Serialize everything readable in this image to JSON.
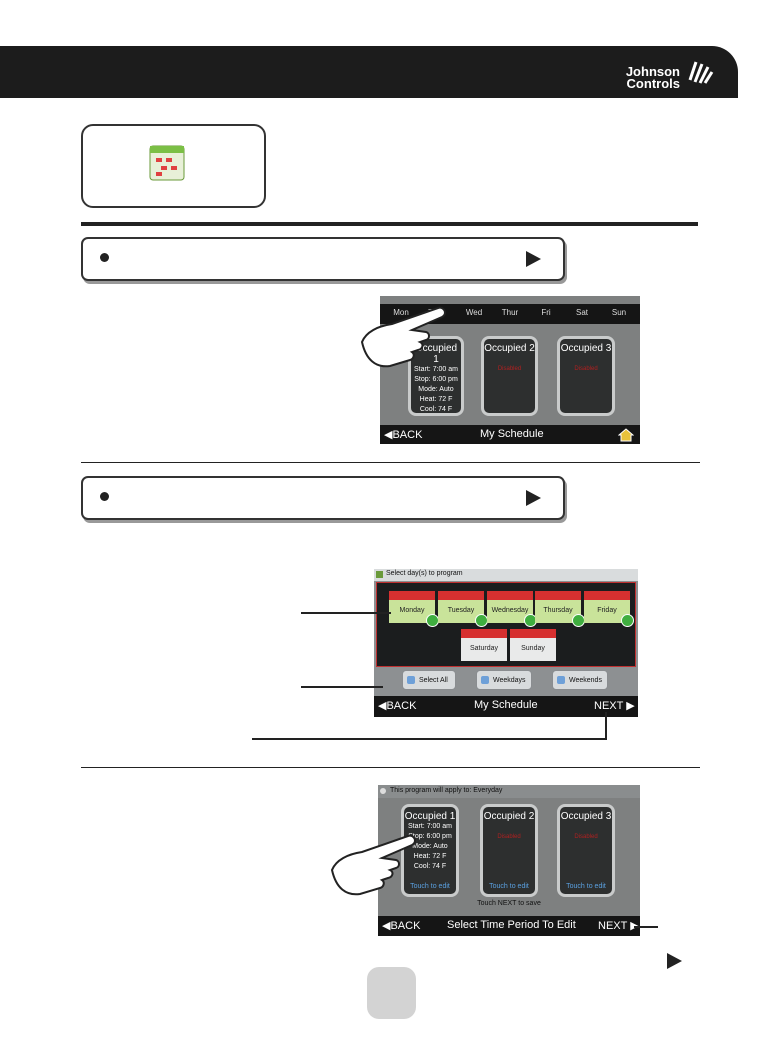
{
  "header": {
    "logo_line1": "Johnson",
    "logo_line2": "Controls",
    "bg": "#1c1c1c"
  },
  "screen1": {
    "days": [
      "Mon",
      "Tues",
      "Wed",
      "Thur",
      "Fri",
      "Sat",
      "Sun"
    ],
    "cards": [
      {
        "title": "Occupied 1",
        "lines": [
          "Start: 7:00 am",
          "Stop: 6:00 pm",
          "Mode: Auto",
          "Heat: 72 F",
          "Cool: 74 F"
        ]
      },
      {
        "title": "Occupied 2",
        "disabled": "Disabled"
      },
      {
        "title": "Occupied 3",
        "disabled": "Disabled"
      }
    ],
    "back": "◀BACK",
    "title": "My Schedule"
  },
  "screen2": {
    "header": "Select day(s) to program",
    "days_row1": [
      "Monday",
      "Tuesday",
      "Wednesday",
      "Thursday",
      "Friday"
    ],
    "days_row2": [
      "Saturday",
      "Sunday"
    ],
    "buttons": [
      "Select All",
      "Weekdays",
      "Weekends"
    ],
    "back": "◀BACK",
    "title": "My Schedule",
    "next": "NEXT ▶"
  },
  "screen3": {
    "header": "This program will apply to: Everyday",
    "cards": [
      {
        "title": "Occupied 1",
        "lines": [
          "Start: 7:00 am",
          "Stop: 6:00 pm",
          "Mode: Auto",
          "Heat: 72 F",
          "Cool: 74 F"
        ],
        "edit": "Touch to edit"
      },
      {
        "title": "Occupied 2",
        "disabled": "Disabled",
        "edit": "Touch to edit"
      },
      {
        "title": "Occupied 3",
        "disabled": "Disabled",
        "edit": "Touch to edit"
      }
    ],
    "save_hint": "Touch NEXT to save",
    "back": "◀BACK",
    "title": "Select Time Period To Edit",
    "next": "NEXT ▶"
  }
}
